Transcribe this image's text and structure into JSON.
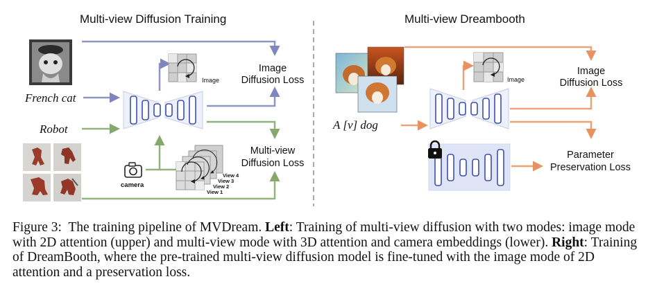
{
  "left": {
    "title": "Multi-view Diffusion Training",
    "prompt_cat": "French cat",
    "prompt_robot": "Robot",
    "image_label": "Image",
    "camera_label": "camera",
    "view_labels": [
      "View 4",
      "View 3",
      "View 2",
      "View 1"
    ],
    "loss_image": [
      "Image",
      "Diffusion Loss"
    ],
    "loss_multiview": [
      "Multi-view",
      "Diffusion Loss"
    ]
  },
  "right": {
    "title": "Multi-view Dreambooth",
    "prompt_dog": "A [v] dog",
    "image_label": "Image",
    "loss_image": [
      "Image",
      "Diffusion Loss"
    ],
    "loss_param": [
      "Parameter",
      "Preservation Loss"
    ]
  },
  "caption": {
    "figure_label": "Figure 3:",
    "sentence1": "The training pipeline of MVDream.",
    "left_label": "Left",
    "left_text": ": Training of multi-view diffusion with two modes: image mode with 2D attention (upper) and multi-view mode with 3D attention and camera embeddings (lower).",
    "right_label": "Right",
    "right_text": ": Training of DreamBooth, where the pre-trained multi-view diffusion model is fine-tuned with the image mode of 2D attention and a preservation loss."
  },
  "colors": {
    "blue_arrow": "#8e95c6",
    "green_arrow": "#93b27c",
    "orange_arrow": "#eaa27b",
    "unet_stroke": "#3c4fae",
    "unet_fill": "#eef1fb",
    "frozen_fill": "#dfe5f6",
    "divider": "#aaaaaa"
  }
}
